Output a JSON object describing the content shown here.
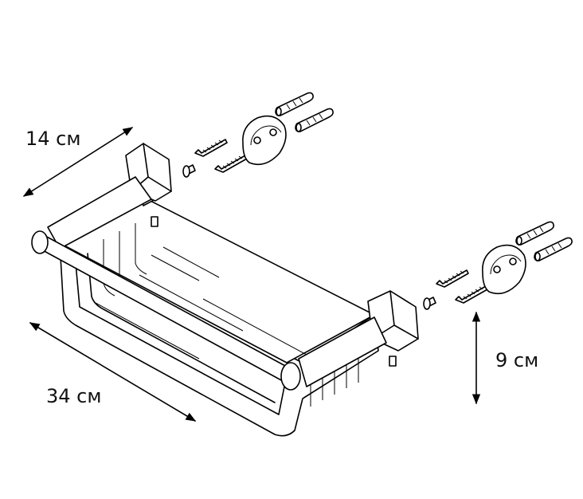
{
  "dimensions": {
    "depth": "14 см",
    "width": "34 см",
    "height": "9 см"
  }
}
